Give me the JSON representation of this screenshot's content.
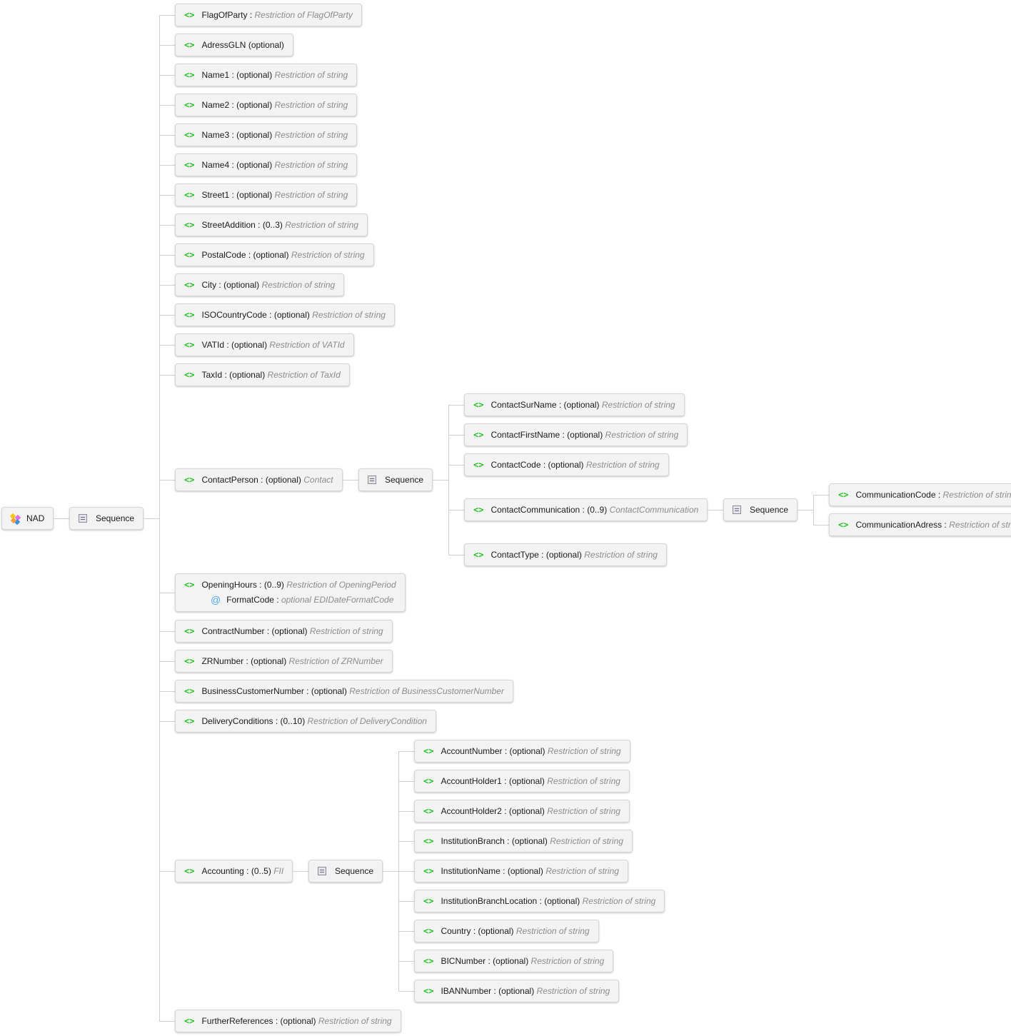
{
  "root": {
    "kind": "root",
    "name": "NAD",
    "children": [
      {
        "kind": "sequence",
        "label": "Sequence",
        "children": [
          {
            "kind": "element",
            "name": "FlagOfParty",
            "occurrence": "",
            "type": "Restriction of FlagOfParty"
          },
          {
            "kind": "element",
            "name": "AdressGLN",
            "occurrence": "(optional)",
            "type": ""
          },
          {
            "kind": "element",
            "name": "Name1",
            "occurrence": "(optional)",
            "type": "Restriction of string"
          },
          {
            "kind": "element",
            "name": "Name2",
            "occurrence": "(optional)",
            "type": "Restriction of string"
          },
          {
            "kind": "element",
            "name": "Name3",
            "occurrence": "(optional)",
            "type": "Restriction of string"
          },
          {
            "kind": "element",
            "name": "Name4",
            "occurrence": "(optional)",
            "type": "Restriction of string"
          },
          {
            "kind": "element",
            "name": "Street1",
            "occurrence": "(optional)",
            "type": "Restriction of string"
          },
          {
            "kind": "element",
            "name": "StreetAddition",
            "occurrence": "(0..3)",
            "type": "Restriction of string"
          },
          {
            "kind": "element",
            "name": "PostalCode",
            "occurrence": "(optional)",
            "type": "Restriction of string"
          },
          {
            "kind": "element",
            "name": "City",
            "occurrence": "(optional)",
            "type": "Restriction of string"
          },
          {
            "kind": "element",
            "name": "ISOCountryCode",
            "occurrence": "(optional)",
            "type": "Restriction of string"
          },
          {
            "kind": "element",
            "name": "VATId",
            "occurrence": "(optional)",
            "type": "Restriction of VATId"
          },
          {
            "kind": "element",
            "name": "TaxId",
            "occurrence": "(optional)",
            "type": "Restriction of TaxId"
          },
          {
            "kind": "element",
            "name": "ContactPerson",
            "occurrence": "(optional)",
            "type": "Contact",
            "children": [
              {
                "kind": "sequence",
                "label": "Sequence",
                "children": [
                  {
                    "kind": "element",
                    "name": "ContactSurName",
                    "occurrence": "(optional)",
                    "type": "Restriction of string"
                  },
                  {
                    "kind": "element",
                    "name": "ContactFirstName",
                    "occurrence": "(optional)",
                    "type": "Restriction of string"
                  },
                  {
                    "kind": "element",
                    "name": "ContactCode",
                    "occurrence": "(optional)",
                    "type": "Restriction of string"
                  },
                  {
                    "kind": "element",
                    "name": "ContactCommunication",
                    "occurrence": "(0..9)",
                    "type": "ContactCommunication",
                    "children": [
                      {
                        "kind": "sequence",
                        "label": "Sequence",
                        "children": [
                          {
                            "kind": "element",
                            "name": "CommunicationCode",
                            "occurrence": "",
                            "type": "Restriction of string"
                          },
                          {
                            "kind": "element",
                            "name": "CommunicationAdress",
                            "occurrence": "",
                            "type": "Restriction of string"
                          }
                        ]
                      }
                    ]
                  },
                  {
                    "kind": "element",
                    "name": "ContactType",
                    "occurrence": "(optional)",
                    "type": "Restriction of string"
                  }
                ]
              }
            ]
          },
          {
            "kind": "element",
            "name": "OpeningHours",
            "occurrence": "(0..9)",
            "type": "Restriction of OpeningPeriod",
            "attribute": {
              "name": "FormatCode",
              "occurrence": "optional",
              "type": "EDIDateFormatCode"
            }
          },
          {
            "kind": "element",
            "name": "ContractNumber",
            "occurrence": "(optional)",
            "type": "Restriction of string"
          },
          {
            "kind": "element",
            "name": "ZRNumber",
            "occurrence": "(optional)",
            "type": "Restriction of ZRNumber"
          },
          {
            "kind": "element",
            "name": "BusinessCustomerNumber",
            "occurrence": "(optional)",
            "type": "Restriction of BusinessCustomerNumber"
          },
          {
            "kind": "element",
            "name": "DeliveryConditions",
            "occurrence": "(0..10)",
            "type": "Restriction of DeliveryCondition"
          },
          {
            "kind": "element",
            "name": "Accounting",
            "occurrence": "(0..5)",
            "type": "FII",
            "children": [
              {
                "kind": "sequence",
                "label": "Sequence",
                "children": [
                  {
                    "kind": "element",
                    "name": "AccountNumber",
                    "occurrence": "(optional)",
                    "type": "Restriction of string"
                  },
                  {
                    "kind": "element",
                    "name": "AccountHolder1",
                    "occurrence": "(optional)",
                    "type": "Restriction of string"
                  },
                  {
                    "kind": "element",
                    "name": "AccountHolder2",
                    "occurrence": "(optional)",
                    "type": "Restriction of string"
                  },
                  {
                    "kind": "element",
                    "name": "InstitutionBranch",
                    "occurrence": "(optional)",
                    "type": "Restriction of string"
                  },
                  {
                    "kind": "element",
                    "name": "InstitutionName",
                    "occurrence": "(optional)",
                    "type": "Restriction of string"
                  },
                  {
                    "kind": "element",
                    "name": "InstitutionBranchLocation",
                    "occurrence": "(optional)",
                    "type": "Restriction of string"
                  },
                  {
                    "kind": "element",
                    "name": "Country",
                    "occurrence": "(optional)",
                    "type": "Restriction of string"
                  },
                  {
                    "kind": "element",
                    "name": "BICNumber",
                    "occurrence": "(optional)",
                    "type": "Restriction of string"
                  },
                  {
                    "kind": "element",
                    "name": "IBANNumber",
                    "occurrence": "(optional)",
                    "type": "Restriction of string"
                  }
                ]
              }
            ]
          },
          {
            "kind": "element",
            "name": "FurtherReferences",
            "occurrence": "(optional)",
            "type": "Restriction of string"
          }
        ]
      }
    ]
  },
  "colors": {
    "element_icon": "#22c022",
    "attribute_icon": "#4aa8f0",
    "connector": "#cfcfcf",
    "node_bg": "#f3f3f3"
  }
}
